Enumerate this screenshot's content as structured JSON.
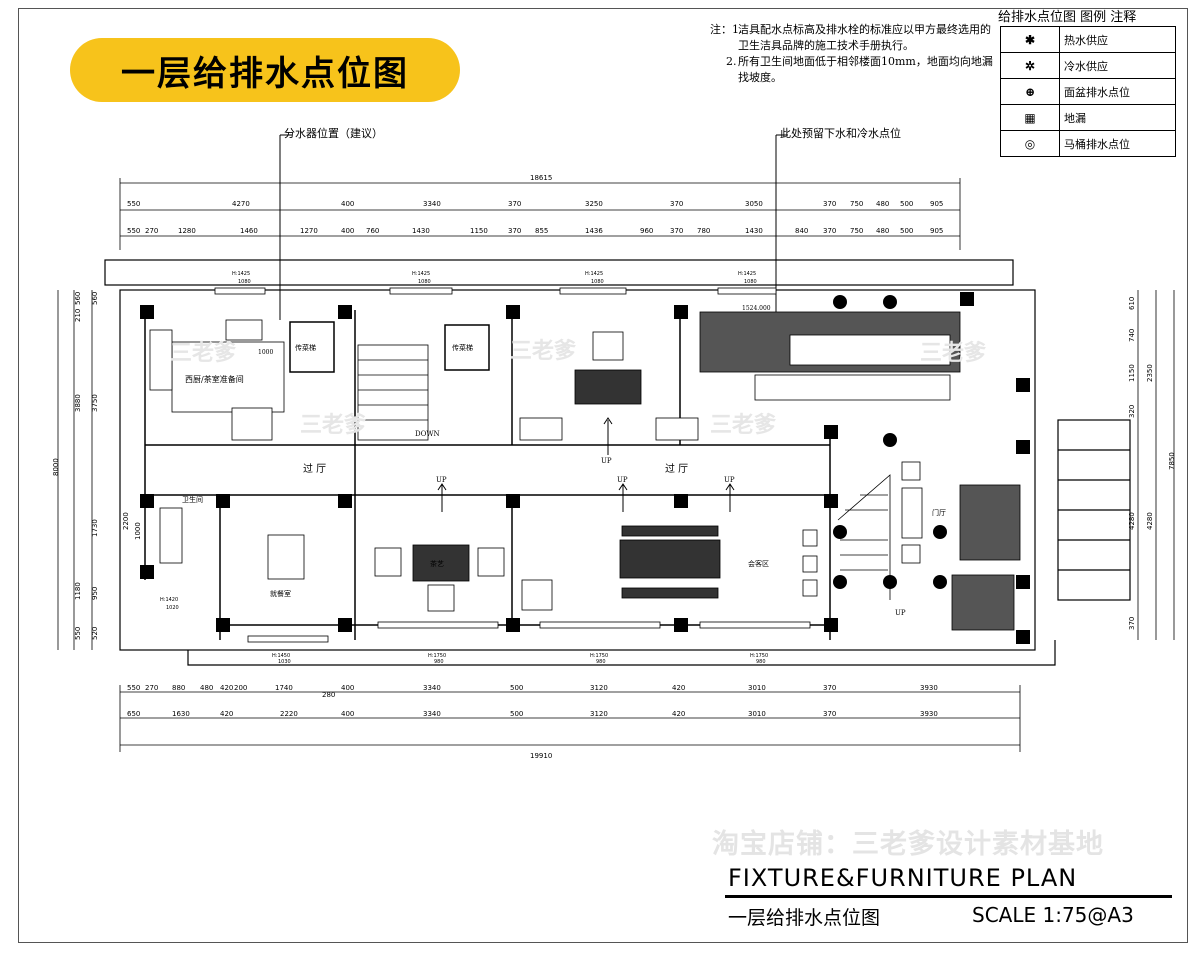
{
  "title": "一层给排水点位图",
  "notes": {
    "prefix": "注：",
    "items": [
      {
        "label": "1.",
        "text": "洁具配水点标高及排水栓的标准应以甲方最终选用的卫生洁具品牌的施工技术手册执行。"
      },
      {
        "label": "2.",
        "text": "所有卫生间地面低于相邻楼面10mm，地面均向地漏找坡度。"
      }
    ]
  },
  "legend": {
    "title": "给排水点位图 图例 注释",
    "items": [
      {
        "symbol": "✱",
        "icon": "hot-water-icon",
        "label": "热水供应"
      },
      {
        "symbol": "✲",
        "icon": "cold-water-icon",
        "label": "冷水供应"
      },
      {
        "symbol": "⊕",
        "icon": "basin-drain-icon",
        "label": "面盆排水点位"
      },
      {
        "symbol": "▦",
        "icon": "floor-drain-icon",
        "label": "地漏"
      },
      {
        "symbol": "◎",
        "icon": "toilet-drain-icon",
        "label": "马桶排水点位"
      }
    ]
  },
  "callouts": {
    "manifold": "分水器位置（建议）",
    "reserve": "此处预留下水和冷水点位"
  },
  "dimensions": {
    "top_total": "18615",
    "top_row1": [
      "550",
      "4270",
      "400",
      "3340",
      "370",
      "3250",
      "370",
      "3050",
      "370",
      "750",
      "480",
      "500",
      "905"
    ],
    "top_row2": [
      "550",
      "270",
      "1280",
      "1460",
      "1270",
      "400",
      "760",
      "1430",
      "1150",
      "370",
      "855",
      "1436",
      "960",
      "370",
      "780",
      "1430",
      "840",
      "370",
      "750",
      "480",
      "500",
      "905"
    ],
    "bottom_row1": [
      "550",
      "270",
      "880",
      "480",
      "420",
      "200",
      "1740",
      "400",
      "3340",
      "500",
      "3120",
      "420",
      "3010",
      "370",
      "3930"
    ],
    "bottom_row2": [
      "650",
      "1630",
      "420",
      "2220",
      "400",
      "3340",
      "500",
      "3120",
      "420",
      "3010",
      "370",
      "3930"
    ],
    "bottom_total": "19910",
    "bottom_extra": "280",
    "left_outer": [
      "560",
      "210",
      "3880",
      "1180",
      "550"
    ],
    "left_mid": [
      "560",
      "3750",
      "1730",
      "950",
      "520"
    ],
    "left_total": "8000",
    "left_inner": [
      "2200",
      "1000"
    ],
    "right_outer": [
      "610",
      "740",
      "1150",
      "320",
      "4280",
      "370"
    ],
    "right_mid": [
      "2350",
      "4280"
    ],
    "right_total": "7850"
  },
  "windows": {
    "top": [
      {
        "h": "H:1425",
        "w": "1080"
      },
      {
        "h": "H:1425",
        "w": "1080"
      },
      {
        "h": "H:1425",
        "w": "1080"
      },
      {
        "h": "H:1425",
        "w": "1080"
      }
    ],
    "bottom": [
      {
        "h": "H:1420",
        "w": "1020"
      },
      {
        "h": "H:1450",
        "w": "1030"
      },
      {
        "h": "H:1750",
        "w": "980"
      },
      {
        "h": "H:1750",
        "w": "980"
      },
      {
        "h": "H:1750",
        "w": "980"
      }
    ]
  },
  "rooms": {
    "kitchen": "西厨/茶室准备间",
    "stair_down": "DOWN",
    "up": "UP",
    "corridor": "过 厅",
    "bathroom": "卫生间",
    "dining": "就餐室",
    "tea": "茶艺",
    "guest": "会客区",
    "hall": "门厅",
    "storage": "传菜梯",
    "counter": "1000",
    "stair_dim": "1524.000"
  },
  "watermark": "淘宝店铺：三老爹设计素材基地",
  "watermark_small": "三老爹",
  "plan_title": "FIXTURE&FURNITURE PLAN",
  "plan_subtitle": "一层给排水点位图",
  "scale": "SCALE  1:75@A3"
}
